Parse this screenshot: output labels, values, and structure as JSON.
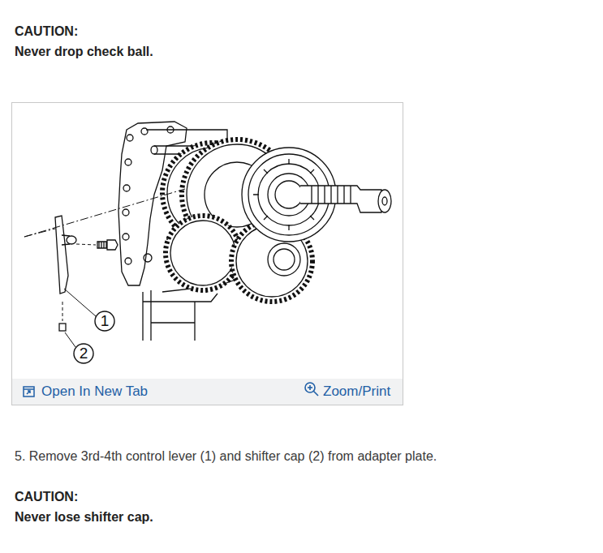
{
  "diagram": {
    "labels": [
      "CAUTION:",
      "Never drop check ball.",
      "1",
      "2",
      "Open In New Tab",
      "Zoom/Print",
      "5. Remove 3rd-4th control lever (1) and shifter cap (2) from adapter plate.",
      "CAUTION:",
      "Never lose shifter cap."
    ]
  }
}
